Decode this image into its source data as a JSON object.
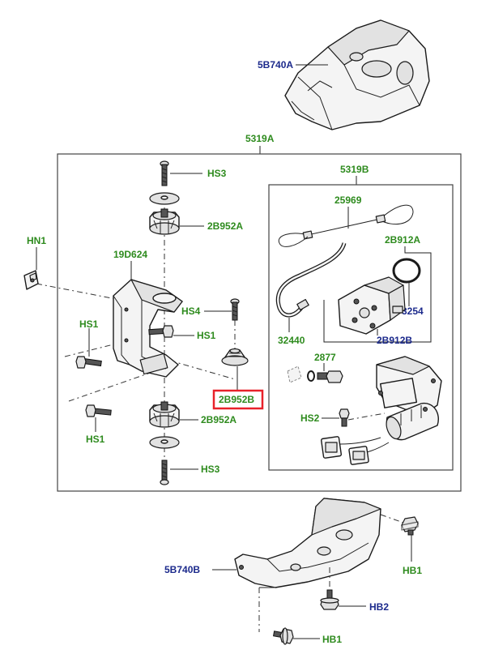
{
  "labels": {
    "upper_cover": "5B740A",
    "kit": "5319A",
    "compressor_kit": "5319B",
    "hs3_top": "HS3",
    "mount_top": "2B952A",
    "hn1": "HN1",
    "bracket": "19D624",
    "hs4": "HS4",
    "hs1_mid": "HS1",
    "hs1_left": "HS1",
    "isolator": "2B952B",
    "mount_bottom": "2B952A",
    "hs1_bottom": "HS1",
    "hs3_bottom": "HS3",
    "strap": "25969",
    "seal_kit": "2B912A",
    "hose": "32440",
    "oring": "3254",
    "head_kit": "2B912B",
    "valve": "2877",
    "hs2": "HS2",
    "lower_cover": "5B740B",
    "hb1_right": "HB1",
    "hb2": "HB2",
    "hb1_bottom": "HB1"
  },
  "colors": {
    "green_label": "#2e8b1e",
    "blue_label": "#1c2a8c",
    "highlight_box": "#e8222a"
  },
  "highlighted_part": "2B952B"
}
